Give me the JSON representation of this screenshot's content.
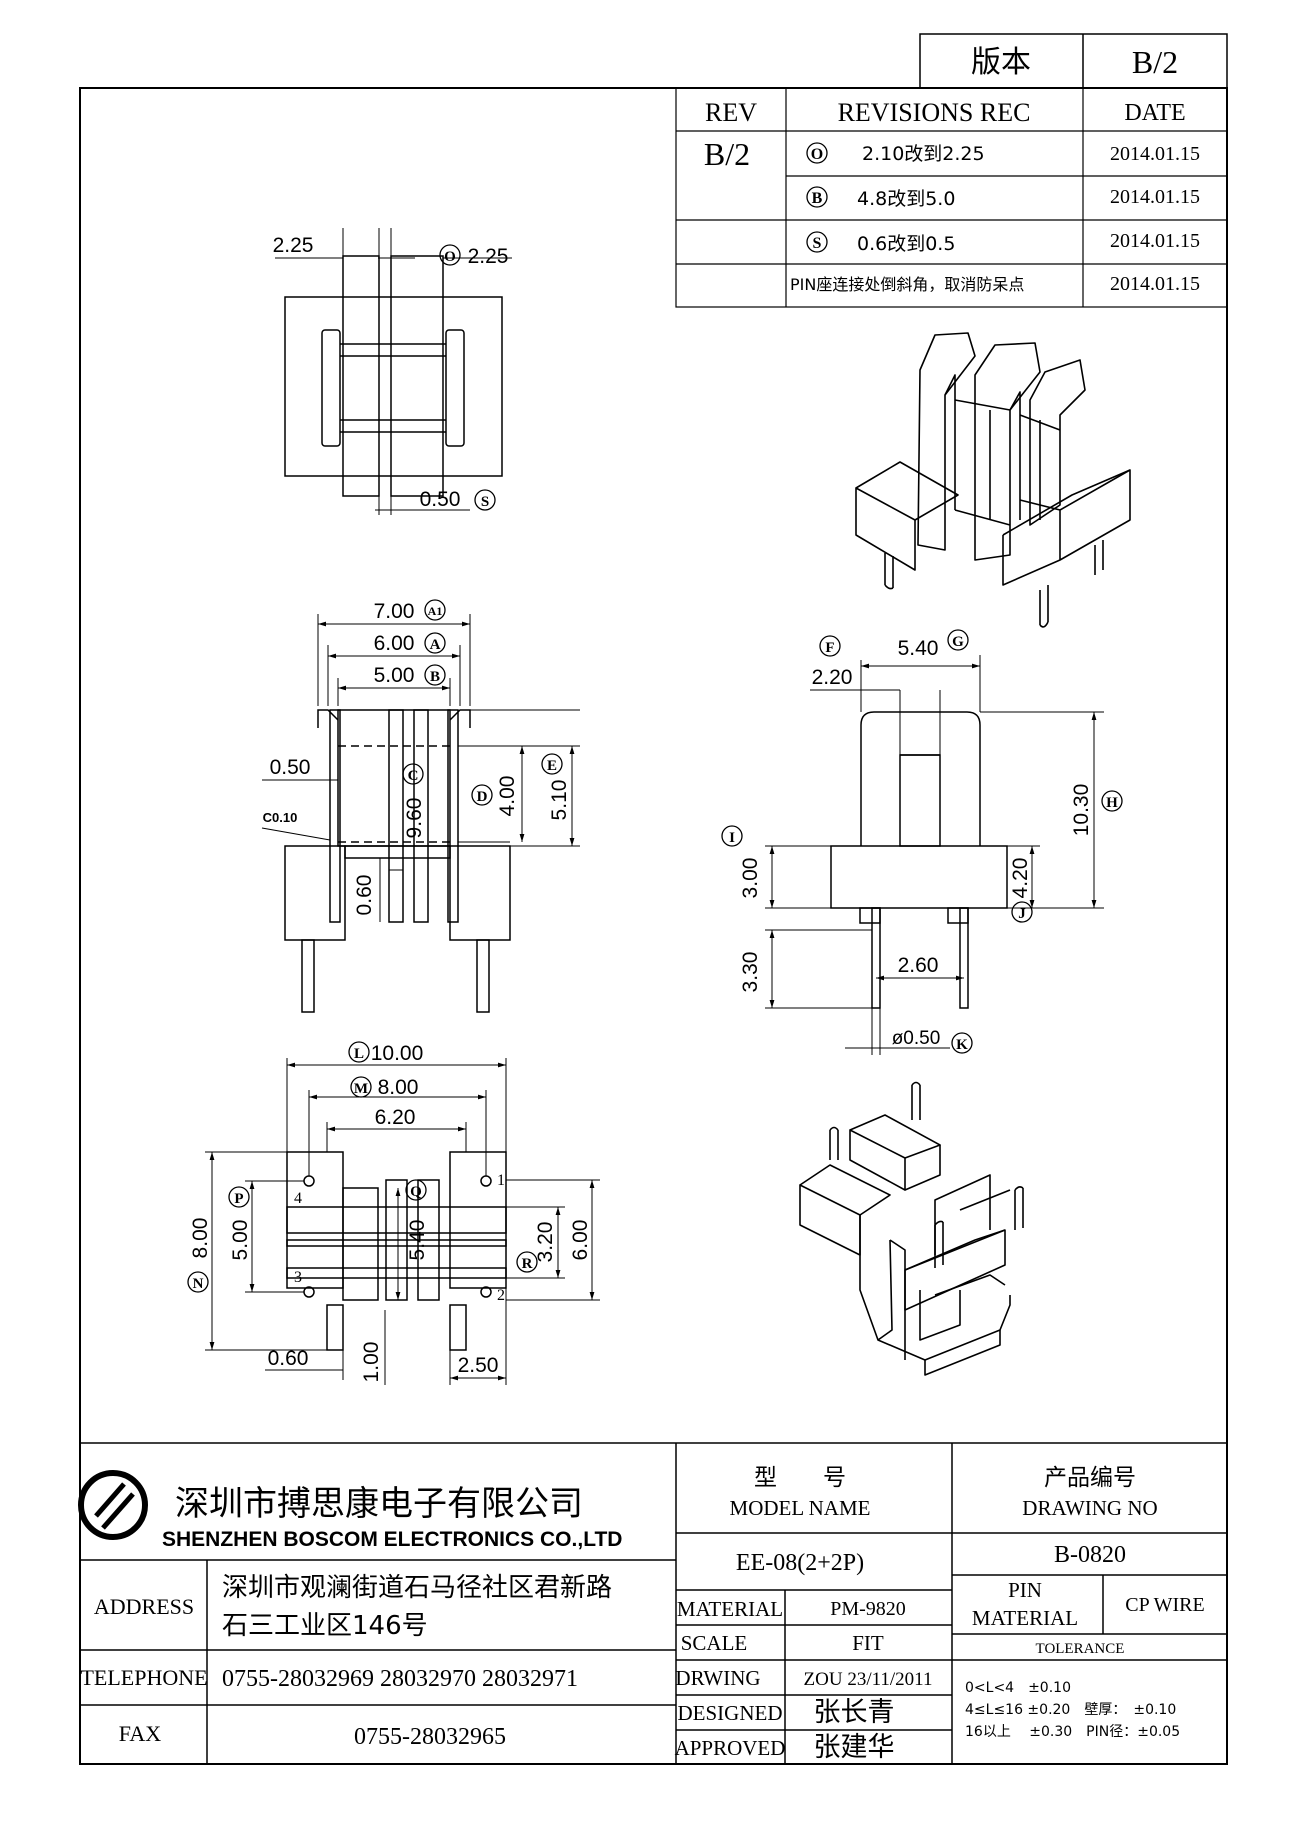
{
  "version_box": {
    "label": "版本",
    "value": "B/2"
  },
  "revisions": {
    "headers": {
      "rev": "REV",
      "rec": "REVISIONS REC",
      "date": "DATE"
    },
    "rev_value": "B/2",
    "rows": [
      {
        "mark": "O",
        "text": "2.10改到2.25",
        "date": "2014.01.15"
      },
      {
        "mark": "B",
        "text": "4.8改到5.0",
        "date": "2014.01.15"
      },
      {
        "mark": "S",
        "text": "0.6改到0.5",
        "date": "2014.01.15"
      },
      {
        "mark": "",
        "text": "PIN座连接处倒斜角，取消防呆点",
        "date": "2014.01.15"
      }
    ]
  },
  "dims": {
    "top_left": "2.25",
    "top_right": "2.25",
    "top_right_mark": "O",
    "top_bottom": "0.50",
    "top_bottom_mark": "S",
    "front_700": "7.00",
    "front_700_mark": "A1",
    "front_600": "6.00",
    "front_600_mark": "A",
    "front_500": "5.00",
    "front_500_mark": "B",
    "front_050": "0.50",
    "front_c010": "C0.10",
    "front_960": "9.60",
    "front_960_mark": "C",
    "front_400": "4.00",
    "front_400_mark": "D",
    "front_510": "5.10",
    "front_510_mark": "E",
    "front_060": "0.60",
    "side_540": "5.40",
    "side_540_mark": "G",
    "side_f_mark": "F",
    "side_220": "2.20",
    "side_1030": "10.30",
    "side_1030_mark": "H",
    "side_300": "3.00",
    "side_300_mark": "I",
    "side_420": "4.20",
    "side_420_mark": "J",
    "side_330": "3.30",
    "side_260": "2.60",
    "side_050": "ø0.50",
    "side_050_mark": "K",
    "bottom_1000": "10.00",
    "bottom_1000_mark": "L",
    "bottom_800": "8.00",
    "bottom_800_mark": "M",
    "bottom_620": "6.20",
    "bottom_v800": "8.00",
    "bottom_v800_mark": "N",
    "bottom_500": "5.00",
    "bottom_500_mark": "P",
    "bottom_540": "5.40",
    "bottom_540_mark": "Q",
    "bottom_320": "3.20",
    "bottom_320_mark": "R",
    "bottom_600": "6.00",
    "bottom_060": "0.60",
    "bottom_100": "1.00",
    "bottom_250": "2.50",
    "pins": [
      "1",
      "2",
      "3",
      "4"
    ]
  },
  "title_block": {
    "company_cn": "深圳市搏思康电子有限公司",
    "company_en": "SHENZHEN BOSCOM ELECTRONICS CO.,LTD",
    "address_label": "ADDRESS",
    "address_line1": "深圳市观澜街道石马径社区君新路",
    "address_line2": "石三工业区146号",
    "telephone_label": "TELEPHONE",
    "telephone": "0755-28032969 28032970 28032971",
    "fax_label": "FAX",
    "fax": "0755-28032965",
    "model_cn": "型　　号",
    "model_en": "MODEL NAME",
    "model_value": "EE-08(2+2P)",
    "drawing_cn": "产品编号",
    "drawing_en": "DRAWING NO",
    "drawing_value": "B-0820",
    "material_label": "MATERIAL",
    "material_value": "PM-9820",
    "scale_label": "SCALE",
    "scale_value": "FIT",
    "drwing_label": "DRWING",
    "drwing_value": "ZOU 23/11/2011",
    "designed_label": "DESIGNED",
    "designed_value": "张长青",
    "approved_label": "APPROVED",
    "approved_value": "张建华",
    "pin_material_label1": "PIN",
    "pin_material_label2": "MATERIAL",
    "pin_material_value": "CP WIRE",
    "tolerance_label": "TOLERANCE",
    "tol_row1": "0<L<4　±0.10",
    "tol_row2": "4≤L≤16 ±0.20　壁厚：　±0.10",
    "tol_row3": "16以上　 ±0.30　PIN径：±0.05"
  }
}
